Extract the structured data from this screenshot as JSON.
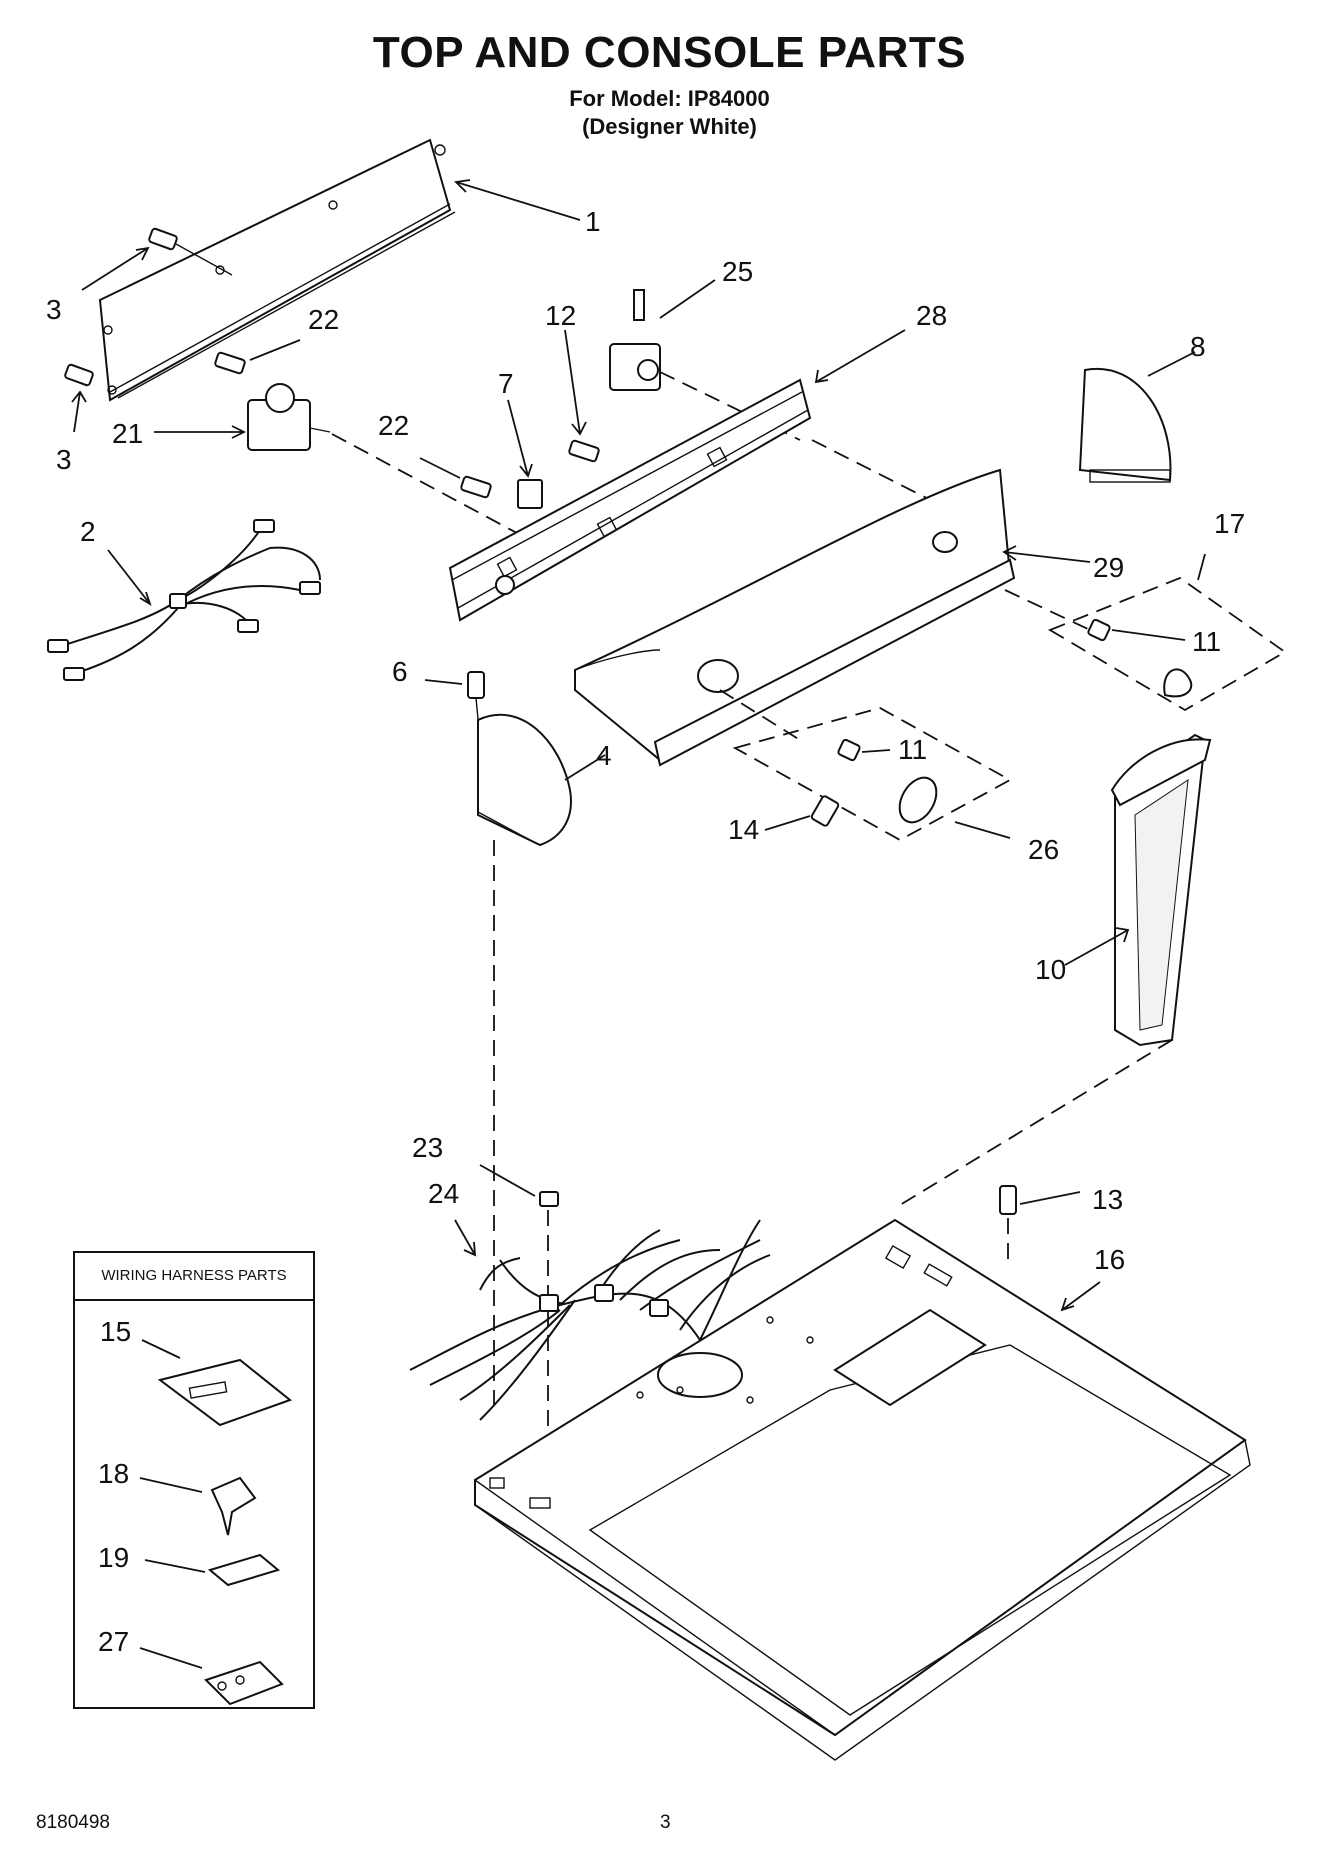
{
  "header": {
    "title": "TOP AND CONSOLE PARTS",
    "model_line": "For Model: IP84000",
    "color_line": "(Designer White)"
  },
  "callouts": {
    "c1": "1",
    "c2": "2",
    "c3a": "3",
    "c3b": "3",
    "c4": "4",
    "c6": "6",
    "c7": "7",
    "c8": "8",
    "c10": "10",
    "c11a": "11",
    "c11b": "11",
    "c12": "12",
    "c13": "13",
    "c14": "14",
    "c15": "15",
    "c16": "16",
    "c17": "17",
    "c18": "18",
    "c19": "19",
    "c21": "21",
    "c22a": "22",
    "c22b": "22",
    "c23": "23",
    "c24": "24",
    "c25": "25",
    "c26": "26",
    "c27": "27",
    "c28": "28",
    "c29": "29"
  },
  "inset": {
    "title": "WIRING HARNESS PARTS"
  },
  "footer": {
    "doc_number": "8180498",
    "page_number": "3"
  }
}
